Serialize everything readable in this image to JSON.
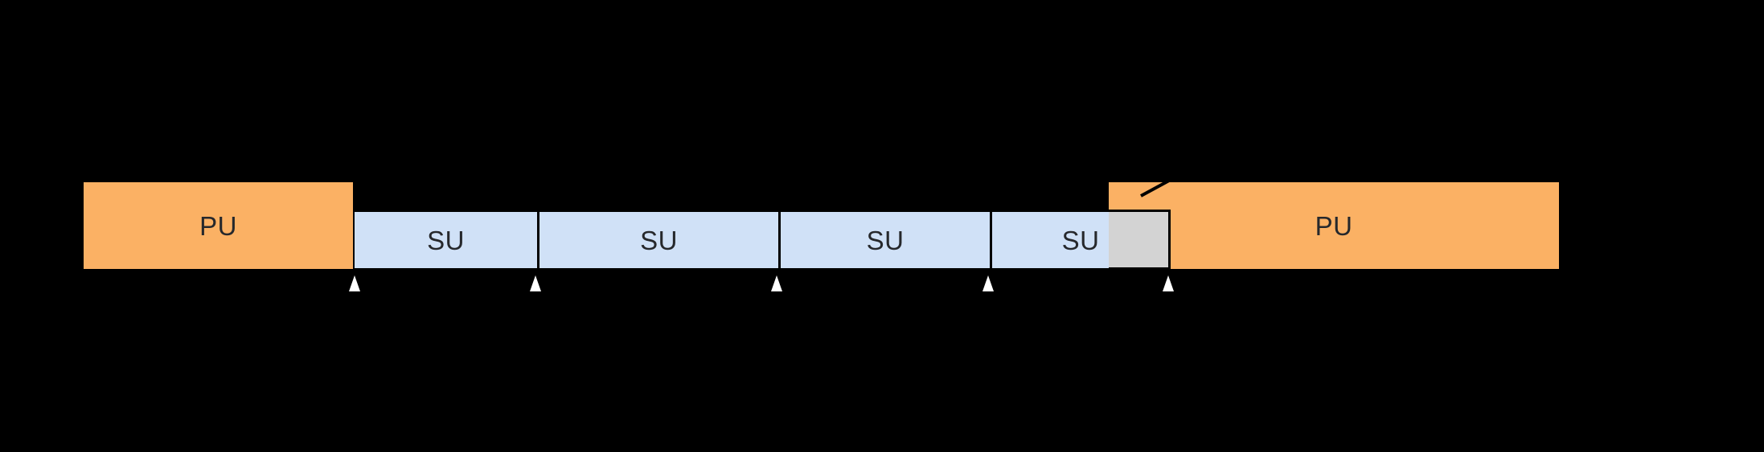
{
  "diagram": {
    "description_labels": {
      "pu_left": "PU",
      "pu_right": "PU",
      "su_slot_1": "SU",
      "su_slot_2": "SU",
      "su_slot_3": "SU",
      "su_slot_4": "SU"
    },
    "markers": {
      "shape": "triangle-up",
      "count": 5
    },
    "colors": {
      "background": "#000000",
      "pu_fill": "#FBB164",
      "su_fill": "#D0E1F7",
      "collision_fill": "#D3D3D3",
      "outline": "#000000",
      "marker_fill": "#FFFFFF",
      "label_text": "#26282C"
    }
  }
}
